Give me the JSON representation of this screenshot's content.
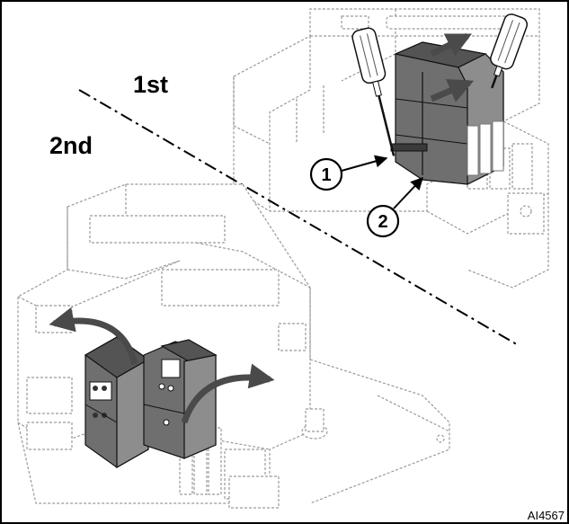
{
  "step_labels": {
    "first": "1st",
    "second": "2nd"
  },
  "callouts": [
    {
      "number": "1"
    },
    {
      "number": "2"
    }
  ],
  "reference_code": "AI4567",
  "icons": [
    "screwdriver-icon",
    "push-arrow-icon",
    "rotate-arrow-icon"
  ]
}
